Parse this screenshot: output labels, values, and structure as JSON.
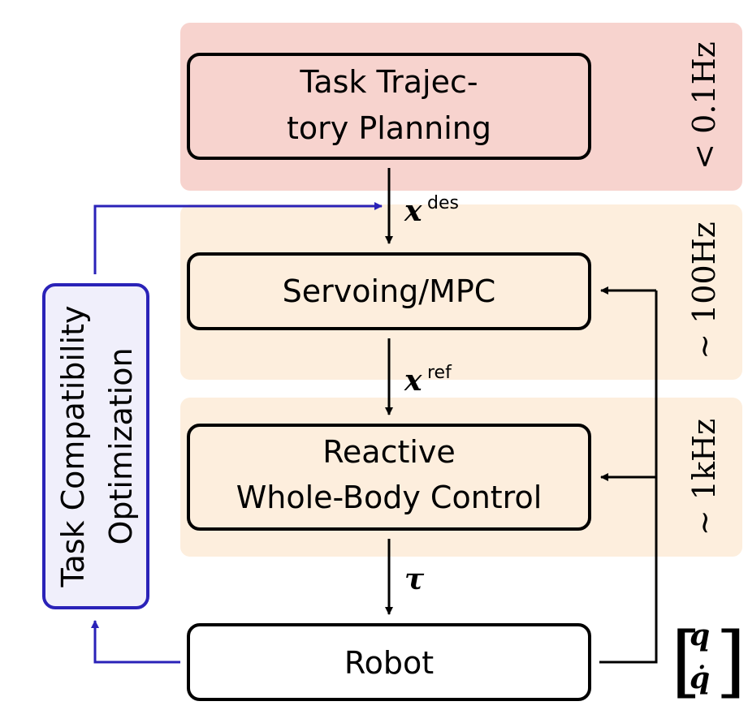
{
  "nodes": {
    "planning": {
      "line1": "Task Trajec-",
      "line2": "tory Planning"
    },
    "servoing": {
      "label": "Servoing/MPC"
    },
    "control": {
      "line1": "Reactive",
      "line2": "Whole-Body Control"
    },
    "robot": {
      "label": "Robot"
    },
    "compatibility": {
      "line1": "Task Compatibility",
      "line2": "Optimization"
    }
  },
  "frequencies": {
    "planning": "< 0.1Hz",
    "servoing": "~ 100Hz",
    "control": "~ 1kHz"
  },
  "signals": {
    "x_des": {
      "symbol": "x",
      "sup": "des"
    },
    "x_ref": {
      "symbol": "x",
      "sup": "ref"
    },
    "tau": {
      "symbol": "τ"
    },
    "state": {
      "top": "q",
      "bottom": "q̇"
    }
  },
  "colors": {
    "planning_band": "#f7d3ce",
    "servo_band": "#fdeedd",
    "control_band": "#fdeedd",
    "compat_fill": "#f0effb",
    "compat_stroke": "#2a22b8",
    "feedback_arrow": "#2a22b8",
    "box_stroke": "#000000"
  }
}
